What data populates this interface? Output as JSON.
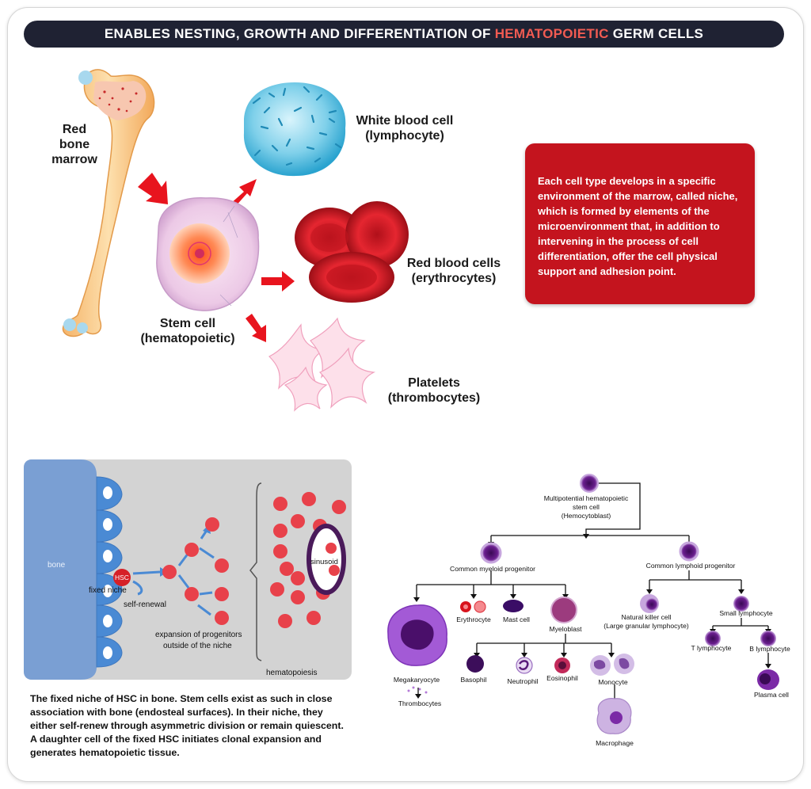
{
  "banner": {
    "prefix": "ENABLES NESTING, GROWTH AND DIFFERENTIATION OF",
    "highlight": "HEMATOPOIETIC",
    "suffix": "GERM CELLS"
  },
  "top": {
    "bone_marrow": [
      "Red",
      "bone",
      "marrow"
    ],
    "stem_cell": [
      "Stem cell",
      "(hematopoietic)"
    ],
    "wbc": [
      "White blood cell",
      "(lymphocyte)"
    ],
    "rbc": [
      "Red blood cells",
      "(erythrocytes)"
    ],
    "platelets": [
      "Platelets",
      "(thrombocytes)"
    ]
  },
  "info_box": {
    "text": "Each cell type develops in a specific environment of the marrow, called niche, which is formed by elements of the microenvironment that, in addition to intervening in the process of cell differentiation, offer the cell physical support and adhesion point."
  },
  "niche": {
    "bone": "bone",
    "hsc": "HSC",
    "fixed_niche": "fixed niche",
    "self_renewal": "self-renewal",
    "sinusoid": "sinusoid",
    "expansion": [
      "expansion of progenitors",
      "outside of the niche"
    ],
    "hematopoiesis": "hematopoiesis"
  },
  "caption": "The fixed niche of HSC in bone. Stem cells exist as such in close association with bone (endosteal surfaces). In their niche, they either self-renew through asymmetric division or remain quiescent. A daughter cell of the fixed HSC initiates clonal expansion and generates hematopoietic tissue.",
  "tree": {
    "root": [
      "Multipotential hematopoietic",
      "stem cell",
      "(Hemocytoblast)"
    ],
    "myeloid": "Common myeloid progenitor",
    "lymphoid": "Common lymphoid progenitor",
    "megakaryocyte": "Megakaryocyte",
    "thrombocytes": "Thrombocytes",
    "erythrocyte": "Erythrocyte",
    "mast_cell": "Mast cell",
    "myeloblast": "Myeloblast",
    "basophil": "Basophil",
    "neutrophil": "Neutrophil",
    "eosinophil": "Eosinophil",
    "monocyte": "Monocyte",
    "macrophage": "Macrophage",
    "nk_cell": [
      "Natural killer cell",
      "(Large granular lymphocyte)"
    ],
    "small_lymphocyte": "Small lymphocyte",
    "t_lymphocyte": "T lymphocyte",
    "b_lymphocyte": "B lymphocyte",
    "plasma_cell": "Plasma cell"
  },
  "colors": {
    "banner_bg": "#1f2233",
    "highlight": "#f15b52",
    "info_box": "#c4141e",
    "arrow": "#e8141e",
    "purple": "#6b1f8f",
    "niche_bg": "#d3d3d3",
    "bone_blue": "#7a9fd3"
  }
}
